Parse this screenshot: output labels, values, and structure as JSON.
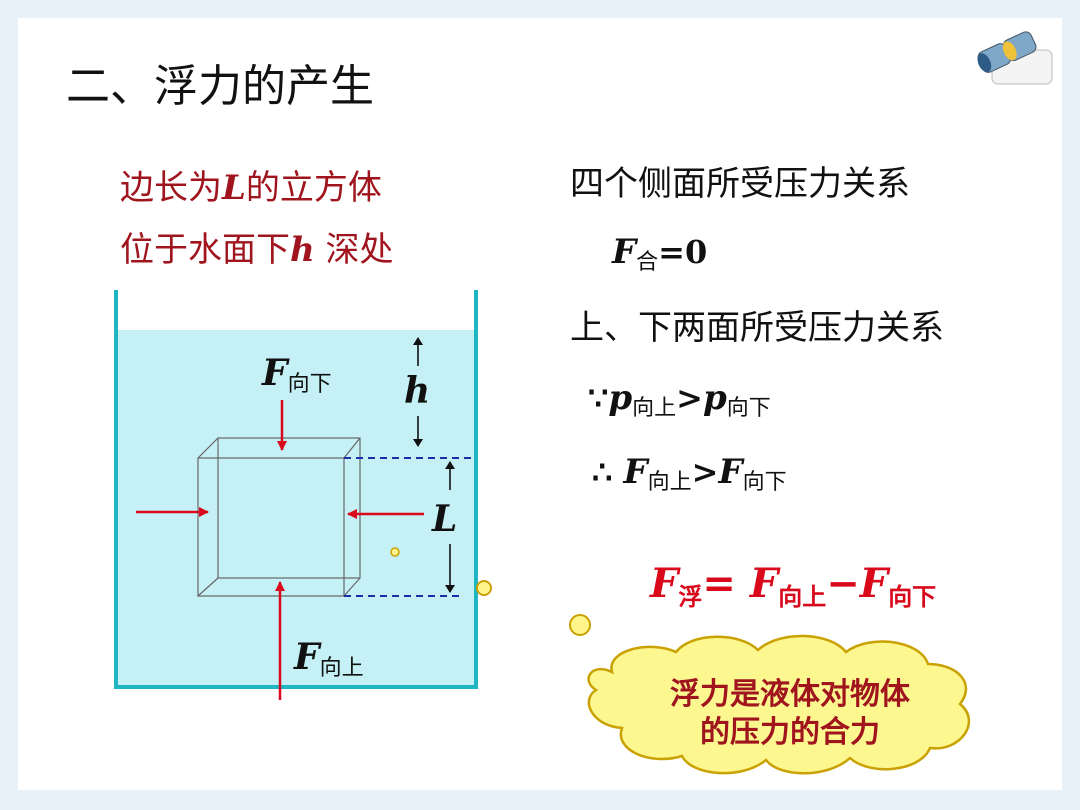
{
  "title": "二、浮力的产生",
  "left_text": {
    "line1_a": "边长为",
    "line1_var": "L",
    "line1_b": "的立方体",
    "line2_a": "位于水面下",
    "line2_var": "h",
    "line2_b": " 深处"
  },
  "right_text": {
    "side_heading": "四个侧面所受压力关系",
    "net_force_var": "F",
    "net_force_sub": "合",
    "net_force_value": "=0",
    "top_bottom_heading": "上、下两面所受压力关系",
    "because_symbol": "∵",
    "p_var": "p",
    "sub_up": "向上",
    "sub_down": "向下",
    "greater": ">",
    "therefore_symbol": "∴ ",
    "f_var": "F"
  },
  "formula": {
    "lhs_var": "F",
    "lhs_sub": "浮",
    "equals": "= ",
    "rhs_var1": "F",
    "rhs_sub1": "向上",
    "minus": "−",
    "rhs_var2": "F",
    "rhs_sub2": "向下"
  },
  "diagram": {
    "label_down_var": "F",
    "label_down_sub": "向下",
    "label_up_var": "F",
    "label_up_sub": "向上",
    "label_h": "h",
    "label_L": "L",
    "water_color": "#c5f1f6",
    "wall_color": "#1fb6c4",
    "arrow_color": "#d9091b"
  },
  "cloud": {
    "line1": "浮力是液体对物体",
    "line2": "的压力的合力",
    "fill": "#fdf790"
  },
  "icons": {
    "corner": "binoculars-icon"
  }
}
